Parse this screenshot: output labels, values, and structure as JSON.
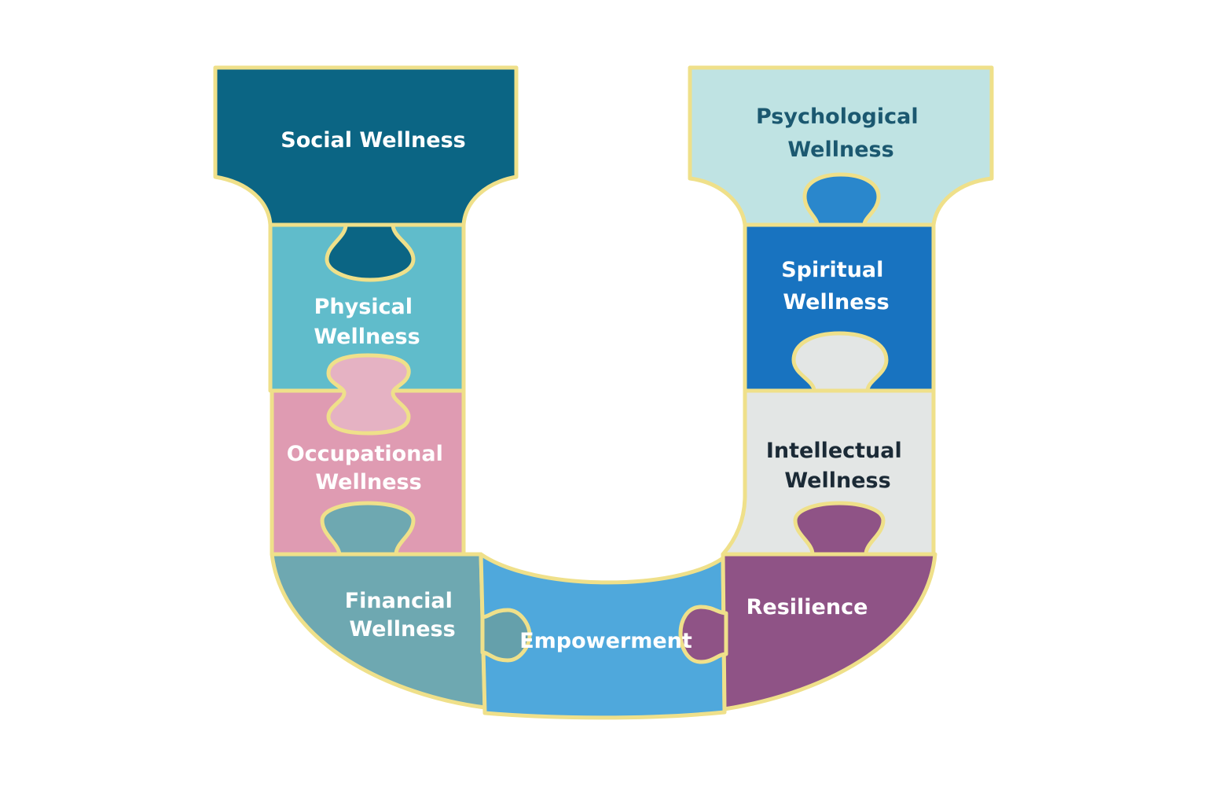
{
  "pieces": {
    "social": {
      "lines": [
        "Social Wellness"
      ],
      "color": "#0b6584",
      "text_color": "#ffffff"
    },
    "physical": {
      "lines": [
        "Physical",
        "Wellness"
      ],
      "color": "#60bccb",
      "text_color": "#ffffff"
    },
    "occupational": {
      "lines": [
        "Occupational",
        "Wellness"
      ],
      "color": "#df9bb2",
      "text_color": "#ffffff"
    },
    "financial": {
      "lines": [
        "Financial",
        "Wellness"
      ],
      "color": "#6ea8b1",
      "text_color": "#ffffff"
    },
    "empowerment": {
      "lines": [
        "Empowerment"
      ],
      "color": "#4fa8dc",
      "text_color": "#ffffff"
    },
    "resilience": {
      "lines": [
        "Resilience"
      ],
      "color": "#8f5386",
      "text_color": "#ffffff"
    },
    "intellectual": {
      "lines": [
        "Intellectual",
        "Wellness"
      ],
      "color": "#e3e6e5",
      "text_color": "#1b2a36"
    },
    "spiritual": {
      "lines": [
        "Spiritual",
        "Wellness"
      ],
      "color": "#1873c0",
      "text_color": "#ffffff"
    },
    "psychological": {
      "lines": [
        "Psychological",
        "Wellness"
      ],
      "color": "#bfe3e3",
      "text_color": "#1b5870"
    }
  },
  "tab_colors": {
    "social_tab": "#0b6584",
    "physical_tab": "#e5b2c3",
    "occupational_tab": "#6ea8b1",
    "financial_tab": "#65a0ab",
    "resilience_tab": "#8f5386",
    "intellectual_tab": "#8f5386",
    "spiritual_tab": "#e3e6e5",
    "psychological_tab": "#2a87cc"
  },
  "outline_color": "#efe08a"
}
